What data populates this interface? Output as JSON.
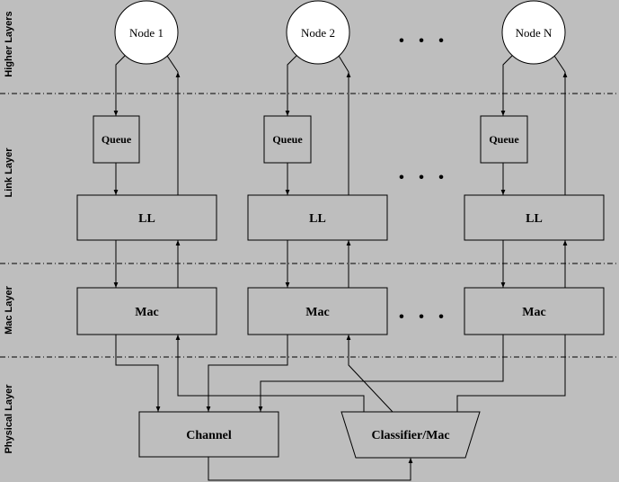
{
  "layers": {
    "higher": "Higher Layers",
    "link": "Link Layer",
    "mac": "Mac Layer",
    "physical": "Physical Layer"
  },
  "nodes": [
    "Node 1",
    "Node 2",
    "Node N"
  ],
  "queue_label": "Queue",
  "ll_label": "LL",
  "mac_label": "Mac",
  "channel_label": "Channel",
  "classifier_label": "Classifier/Mac",
  "ellipsis": "• • •"
}
